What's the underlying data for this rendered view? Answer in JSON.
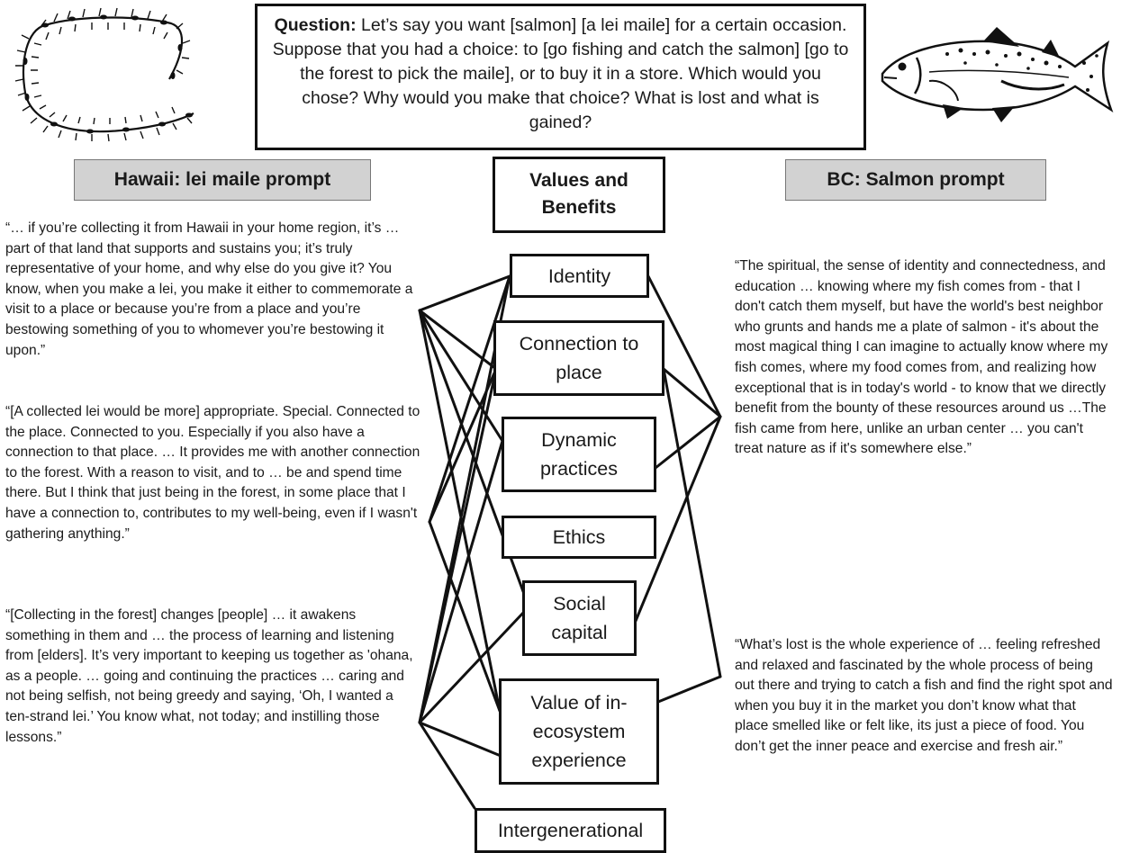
{
  "question": {
    "label": "Question:",
    "text": "Let’s say you want [salmon] [a lei maile] for a certain occasion. Suppose that you had a choice: to [go fishing and catch the salmon] [go to the forest to pick the maile], or to buy it in a store. Which would you chose? Why would you make that choice? What is lost and what is gained?"
  },
  "headers": {
    "hawaii": "Hawaii: lei maile prompt",
    "values": "Values and Benefits",
    "bc": "BC: Salmon prompt"
  },
  "nodes": [
    {
      "id": "identity",
      "label": "Identity"
    },
    {
      "id": "connection",
      "label": "Connection to place"
    },
    {
      "id": "dynamic",
      "label": "Dynamic practices"
    },
    {
      "id": "ethics",
      "label": "Ethics"
    },
    {
      "id": "social",
      "label": "Social capital"
    },
    {
      "id": "value",
      "label": "Value of in-ecosystem experience"
    },
    {
      "id": "intergen",
      "label": "Intergenerational"
    }
  ],
  "quotes_left": [
    "“… if you’re collecting it from Hawaii in your home region, it’s … part of that land that supports and sustains you; it’s truly representative of your home, and why else do you give it? You know, when you make a lei, you make it either to commemorate a visit to a place or because you’re from a place and you’re bestowing something of you to whomever you’re bestowing it upon.”",
    "“[A collected lei would be more] appropriate. Special. Connected to the place. Connected to you. Especially if you also have a connection to that place. … It provides me with another connection to the forest. With a reason to visit, and to … be and spend time there. But I think that just being in the forest, in some place that I have a connection to, contributes to my well-being, even if I wasn't gathering anything.”",
    "“[Collecting in the forest] changes [people] … it awakens something in them and … the process of learning and listening from [elders]. It’s very important to keeping us together as 'ohana, as a people. … going and continuing the practices … caring and not being selfish, not being greedy and saying, ‘Oh, I wanted a ten-strand lei.’ You know what, not today; and instilling those lessons.”"
  ],
  "quotes_right": [
    "“The spiritual, the sense of identity and connectedness, and education … knowing where my fish comes from - that I don't catch them myself, but have the world's best neighbor who grunts and hands me a plate of salmon - it's about the most magical thing I can imagine to actually know where my fish comes, where my food comes from, and realizing how exceptional that is in today's world - to know that we directly benefit from the bounty of these resources around us …The fish came from here, unlike an urban center … you can't treat nature as if it's somewhere else.”",
    "“What’s lost is the whole experience of … feeling refreshed and relaxed and fascinated by the whole process of being out there and trying to catch a fish and find the right spot and when you buy it in the market you don’t know what that place smelled like or felt like, its just a piece of food. You don’t get the inner peace and exercise and fresh air.”"
  ],
  "illustrations": {
    "left": "lei-maile-garland-icon",
    "right": "salmon-fish-icon"
  }
}
